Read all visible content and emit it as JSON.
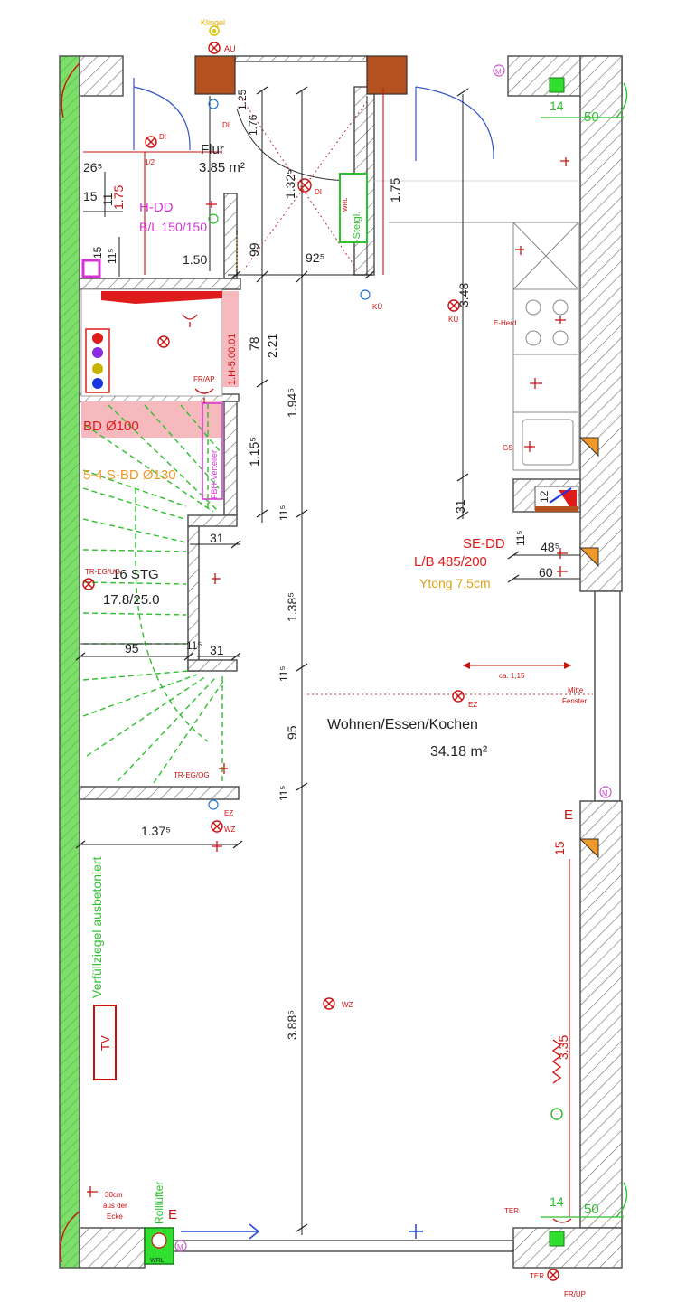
{
  "rooms": {
    "flur_name": "Flur",
    "flur_area": "3.85 m²",
    "main_name": "Wohnen/Essen/Kochen",
    "main_area": "34.18 m²"
  },
  "labels": {
    "klingel": "Klingel",
    "au": "AU",
    "di_top": "DI",
    "di_center": "DI",
    "di_hh": "DI",
    "half": "1/2",
    "hdd": "H-DD",
    "hdd_size": "B/L 150/150",
    "steigleitung": "-Steigl.",
    "wrl_top": "WRL",
    "ku_left": "KÜ",
    "ku_right": "KÜ",
    "e_herd": "E-Herd",
    "gs": "GS",
    "fr_ap": "FR/AP",
    "bd": "BD Ø100",
    "sbd": "5-4  S-BD Ø130",
    "fbh": "FBH-Verteiler",
    "stg": "16 STG",
    "stg_size": "17.8/25.0",
    "tr_eg_ug": "TR-EG/UG",
    "tr_eg_og": "TR-EG/OG",
    "sedd": "SE-DD",
    "sedd_size": "L/B 485/200",
    "ytong": "Ytong 7,5cm",
    "ca": "ca. 1,15",
    "mitte": "Mitte",
    "fenster": "Fenster",
    "ez_main": "EZ",
    "ez_stair": "EZ",
    "wz_stair": "WZ",
    "wz_main": "WZ",
    "verfuell": "Verfüllziegel ausbetoniert",
    "tv": "TV",
    "corner_1": "30cm",
    "corner_2": "aus der",
    "corner_3": "Ecke",
    "rolllufter": "Rolllüfter",
    "wrl_bottom": "WRL",
    "ter_inner": "TER",
    "ter_outer": "TER",
    "fr_up": "FR/UP",
    "e_right": "E",
    "e_bottom": "E",
    "m": "M",
    "h_level": "1.H-5.00.01"
  },
  "dims": {
    "d265": "26⁵",
    "d175a": "1.75",
    "d15": "15",
    "d11": "11",
    "d15b": "15",
    "d115": "11⁵",
    "d150": "1.50",
    "d99": "99",
    "d925": "92⁵",
    "d1325": "1.32⁵",
    "d176": "1.76",
    "d125": "1.25",
    "d175b": "1.75",
    "d348": "3.48",
    "d78": "78",
    "d221": "2.21",
    "d1945": "1.94⁵",
    "d1155": "1.15⁵",
    "d115b": "11⁵",
    "d31a": "31",
    "d1385": "1.38⁵",
    "d95h": "95",
    "d115c": "11⁵",
    "d31b": "31",
    "d115d": "11⁵",
    "d95v": "95",
    "d115e": "11⁵",
    "d1375": "1.37⁵",
    "d3885": "3.88⁵",
    "d14a": "14",
    "d50a": "50",
    "d31k": "31",
    "d115k": "11⁵",
    "d12": "12",
    "d485": "48⁵",
    "d60": "60",
    "d15r": "15",
    "d335": "3.35",
    "d14b": "14",
    "d50b": "50"
  },
  "colors": {
    "wall": "#555555",
    "hatch": "#6e6e6e",
    "green_wall": "#7ddf6a",
    "red": "#cc1111",
    "chimney": "#b5501f",
    "magenta": "#d633d6",
    "green": "#2fbf2f",
    "orange": "#e08a1e",
    "blue": "#2244dd"
  }
}
